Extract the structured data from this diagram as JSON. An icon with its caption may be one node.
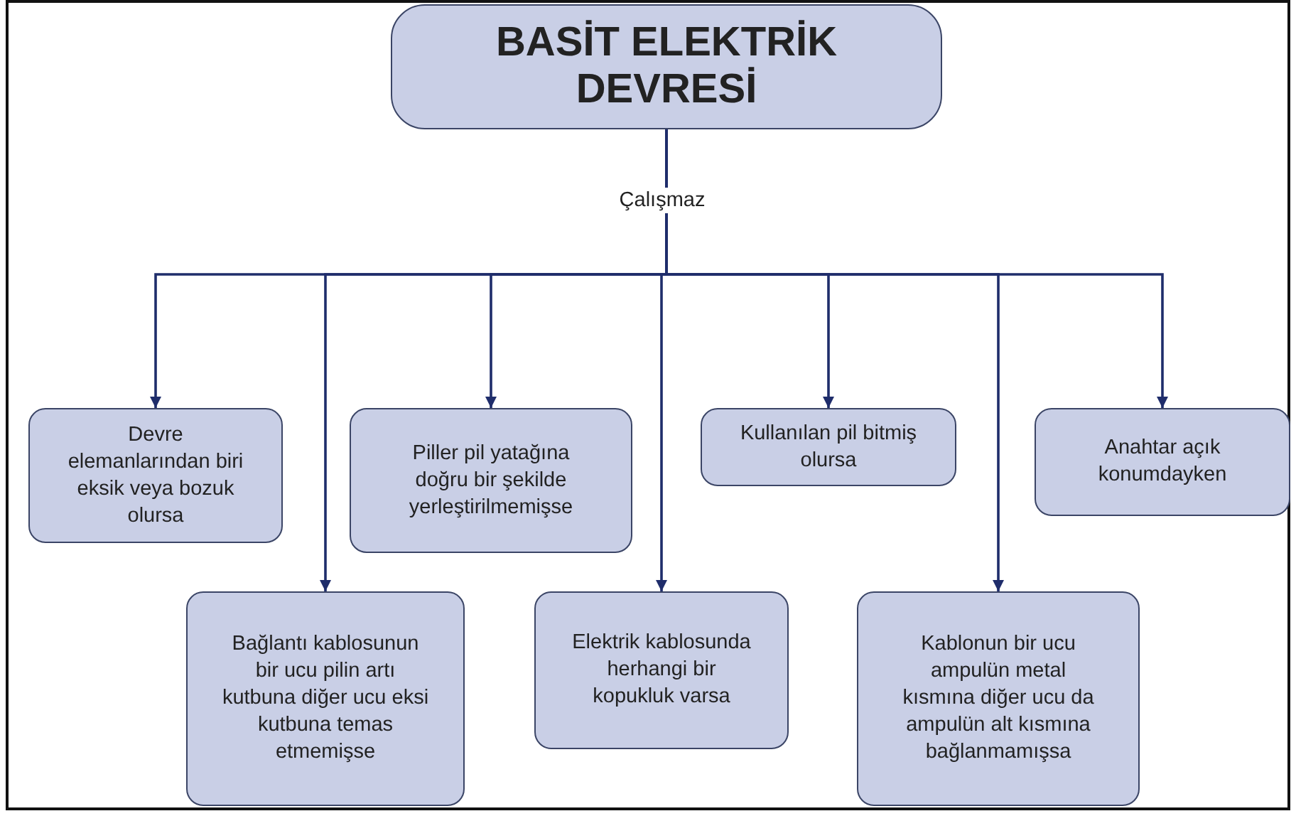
{
  "diagram": {
    "nodes": [
      {
        "text": [
          "BASİT ELEKTRİK DEVRESİ"
        ]
      },
      {
        "text": [
          "Devre elemanlarından biri eksik veya bozuk olursa"
        ]
      },
      {
        "text": [
          "Bağlantı kablosunun bir ucu pilin artı kutbuna diğer ucu eksi kutbuna temas etmemişse"
        ]
      },
      {
        "text": [
          "Piller pil yatağına doğru bir şekilde yerleştirilmemişse"
        ]
      },
      {
        "text": [
          "Elektrik kablosunda herhangi bir kopukluk varsa"
        ]
      },
      {
        "text": [
          "Kullanılan pil bitmiş olursa"
        ]
      },
      {
        "text": [
          "Kablonun bir ucu ampulün metal kısmına diğer ucu da ampulün alt kısmına bağlanmamışsa"
        ]
      },
      {
        "text": [
          "Anahtar açık konumdayken"
        ]
      }
    ],
    "edges": [
      {
        "from": 0,
        "to": 1,
        "arrow": "to"
      },
      {
        "from": 0,
        "to": 2,
        "arrow": "to"
      },
      {
        "from": 0,
        "to": 3,
        "arrow": "to"
      },
      {
        "from": 0,
        "to": 4,
        "arrow": "to"
      },
      {
        "from": 0,
        "to": 5,
        "arrow": "to"
      },
      {
        "from": 0,
        "to": 6,
        "arrow": "to"
      },
      {
        "from": 0,
        "to": 7,
        "arrow": "to"
      }
    ],
    "labels": [
      "Çalışmaz"
    ]
  }
}
